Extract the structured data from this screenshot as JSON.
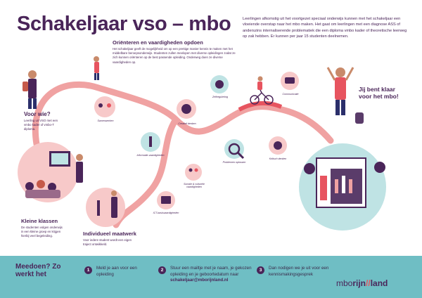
{
  "title": "Schakeljaar vso – mbo",
  "intro": "Leerlingen afkomstig uit het voortgezet speciaal onderwijs kunnen met het schakeljaar een vloeiende overstap naar het mbo maken. Het gaat om leerlingen met een diagnose ASS of anderszins internaliserende problematiek die een diploma vmbo kader of theoretische leerweg op zak hebben. Er kunnen per jaar 15 studenten deelnemen.",
  "orienteren": {
    "heading": "Oriënteren en vaardigheden opdoen",
    "text": "Het schakeljaar geeft de mogelijkheid om op een prettige manier kennis te maken met het middelbare beroepsonderwijs. Studenten zullen meelopen met diverse opleidingen zodat ze zich kunnen oriënteren op de best passende opleiding. Onderweg doen ze diverse vaardigheden op."
  },
  "voorwie": {
    "heading": "Voor wie?",
    "text": "Leerling uit VSO met een vmbo kader of vmbo-T diploma."
  },
  "kleine": {
    "heading": "Kleine klassen",
    "text": "De studenten volgen onderwijs in een kleine groep en krijgen hierbij veel begeleiding."
  },
  "individueel": {
    "heading": "Individueel maatwerk",
    "text": "Voor iedere student wordt een eigen traject ontwikkeld."
  },
  "klaar": "Jij bent klaar voor het mbo!",
  "skills": {
    "samenwerken": "Samenwerken",
    "creatief": "Creatief denken",
    "zelfregulering": "Zelfregulering",
    "communicatie": "Communicatie",
    "informatie": "Informatie-vaardigheden",
    "sociale": "Sociale & culturele vaardigheden",
    "problemen": "Problemen oplossen",
    "kritisch": "Kritisch denken",
    "ict": "ICT-basisvaardigheden"
  },
  "footer": {
    "heading": "Meedoen? Zo werkt het",
    "steps": [
      {
        "num": "1",
        "text": "Meld je aan voor een opleiding"
      },
      {
        "num": "2",
        "text": "Stuur een mailtje met je naam, je gekozen opleiding en je geboortedatum naar",
        "email": "schakeljaar@mborijnland.nl"
      },
      {
        "num": "3",
        "text": "Dan nodigen we je uit voor een kennismakingsgesprek"
      }
    ],
    "logo_a": "mbo",
    "logo_b": "rijn",
    "logo_c": "land"
  },
  "colors": {
    "purple": "#4a2559",
    "teal": "#6fbec4",
    "pink": "#ef9a9a",
    "lightteal": "#bfe3e4"
  }
}
